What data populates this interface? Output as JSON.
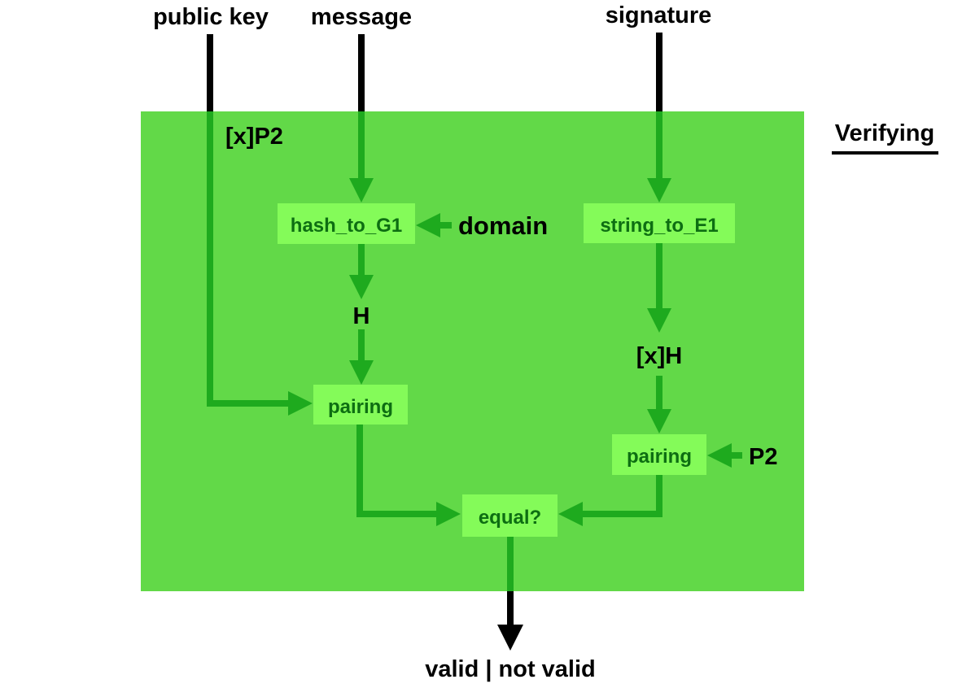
{
  "inputs": {
    "public_key": "public key",
    "message": "message",
    "signature": "signature"
  },
  "section_title": "Verifying",
  "labels": {
    "xp2": "[x]P2",
    "domain": "domain",
    "h": "H",
    "xh": "[x]H",
    "p2": "P2"
  },
  "boxes": {
    "hash_to_g1": "hash_to_G1",
    "string_to_e1": "string_to_E1",
    "pairing_left": "pairing",
    "pairing_right": "pairing",
    "equal": "equal?"
  },
  "output": "valid | not valid",
  "colors": {
    "panel": "#62d948",
    "box": "#84fb59",
    "arrow_green": "#1eaa1e",
    "box_text": "#0d6e12",
    "black": "#000000"
  }
}
